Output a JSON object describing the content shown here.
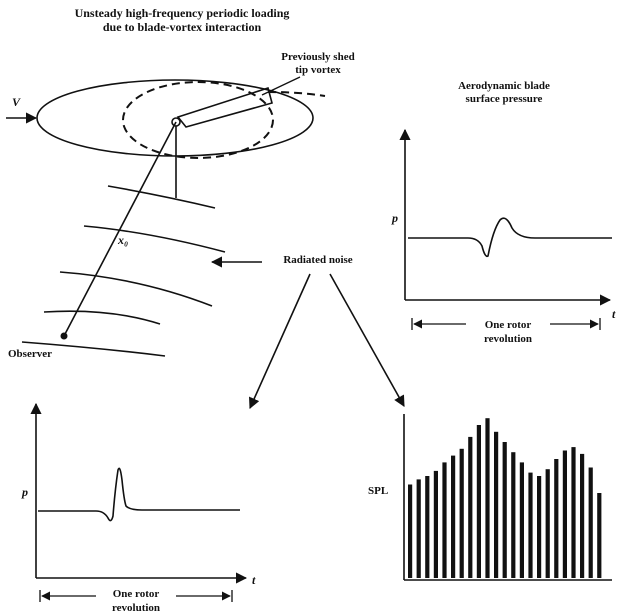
{
  "labels": {
    "title_line1": "Unsteady high-frequency periodic loading",
    "title_line2": "due to blade-vortex interaction",
    "tip_vortex_line1": "Previously shed",
    "tip_vortex_line2": "tip vortex",
    "aero_line1": "Aerodynamic blade",
    "aero_line2": "surface pressure",
    "velocity": "V",
    "distance": "x₀",
    "observer": "Observer",
    "radiated_noise": "Radiated noise",
    "p_axis_top": "p",
    "t_axis_top": "t",
    "one_rotor_top": "One rotor",
    "revolution_top": "revolution",
    "p_axis_bottom": "p",
    "t_axis_bottom": "t",
    "one_rotor_bottom": "One rotor",
    "revolution_bottom": "revolution",
    "spl_axis": "SPL"
  },
  "spl_spectrum": {
    "bar_heights": [
      0.55,
      0.58,
      0.6,
      0.63,
      0.68,
      0.72,
      0.76,
      0.83,
      0.9,
      0.94,
      0.86,
      0.8,
      0.74,
      0.68,
      0.62,
      0.6,
      0.64,
      0.7,
      0.75,
      0.77,
      0.73,
      0.65,
      0.5
    ]
  }
}
